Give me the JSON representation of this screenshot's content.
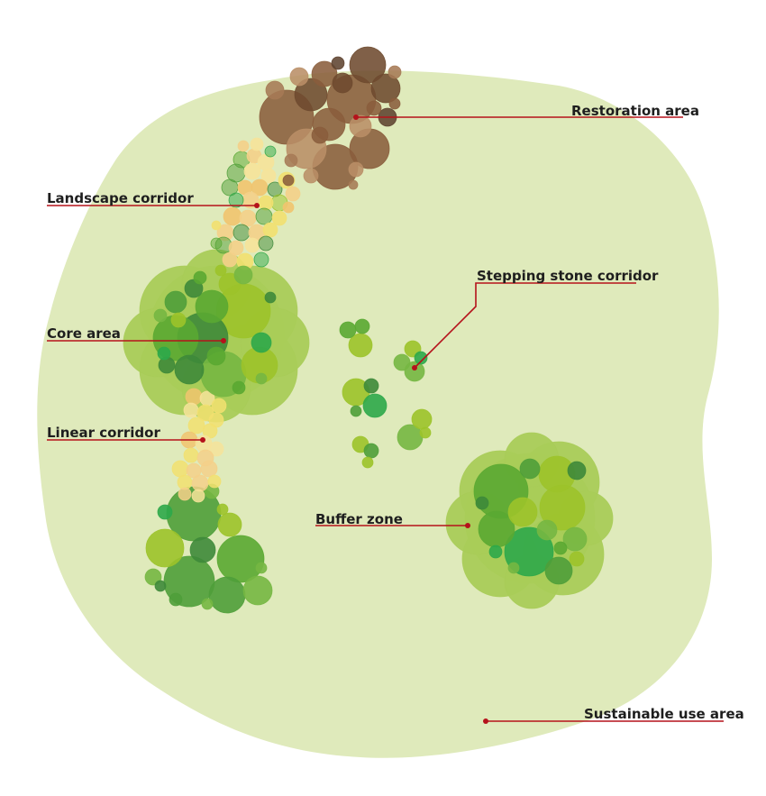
{
  "labels": {
    "restoration": "Restoration area",
    "landscape_corridor": "Landscape corridor",
    "stepping_stone": "Stepping stone corridor",
    "core": "Core area",
    "linear_corridor": "Linear corridor",
    "buffer": "Buffer zone",
    "sustainable": "Sustainable use area"
  },
  "colors": {
    "sustainable_use_fill": "#dfeabb",
    "buffer_fill": "#a9cc58",
    "leader_line": "#b5121b",
    "restoration_browns": [
      "#8a5d3c",
      "#a67a55",
      "#6e4a2f",
      "#b98e66",
      "#5e4330"
    ],
    "forest_greens": [
      "#5aa832",
      "#76b742",
      "#9cc32a",
      "#3e8a3a",
      "#2ea84a",
      "#4f9e3a"
    ],
    "corridor_yellows": [
      "#f2e070",
      "#f4d08a",
      "#f1c46f",
      "#f6e39a"
    ]
  }
}
